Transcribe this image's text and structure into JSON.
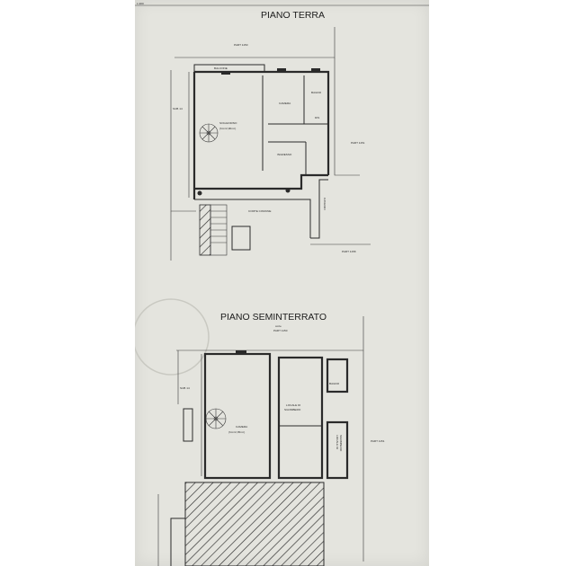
{
  "sheet_corner": "1:200",
  "ground_floor": {
    "title": "PIANO TERRA",
    "part_top": "PART 1150",
    "part_right": "PART 1151",
    "part_bottom": "PART 1158",
    "sub": "SUB 14",
    "balcony": "BALCONE",
    "living": "SOGGIORNO",
    "living_height": "(hm=2,90ml.)",
    "bedroom": "CAMERA",
    "bath": "BAGNO",
    "wc": "DIS",
    "entrance": "INGRESSO",
    "courtyard": "CORTE COMUNE",
    "side": "CAVEDIO"
  },
  "basement": {
    "title": "PIANO SEMINTERRATO",
    "part_top_a": "corte",
    "part_top_b": "PART 1150",
    "part_right": "PART 1151",
    "sub": "SUB 14",
    "room": "CAMERA",
    "room_height": "(hm=2,35ml.)",
    "storage": "LOCALE DI SGOMBERO",
    "storage_a": "LOCALE DI",
    "storage_b": "SGOMBERO",
    "storage2_a": "LOCALE DI",
    "storage2_b": "SGOMBERO",
    "bath": "BAGNO"
  }
}
